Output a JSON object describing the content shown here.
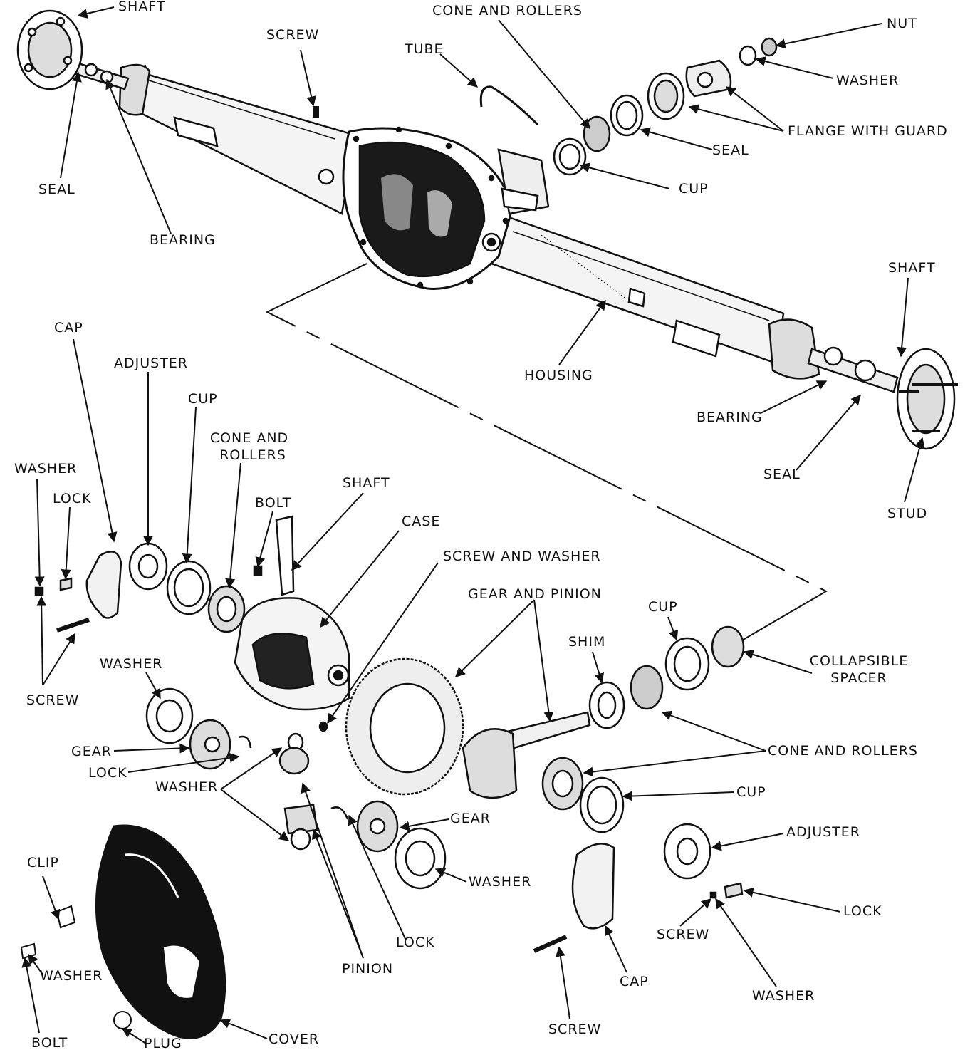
{
  "labels": {
    "shaft_left": "SHAFT",
    "screw_top": "SCREW",
    "tube": "TUBE",
    "cone_rollers_top": "CONE AND ROLLERS",
    "nut": "NUT",
    "washer_top": "WASHER",
    "flange_guard": "FLANGE WITH GUARD",
    "seal_top_right": "SEAL",
    "cup_top": "CUP",
    "seal_left": "SEAL",
    "bearing_left": "BEARING",
    "shaft_right": "SHAFT",
    "housing": "HOUSING",
    "bearing_right": "BEARING",
    "seal_right": "SEAL",
    "stud": "STUD",
    "cap_left": "CAP",
    "adjuster_left": "ADJUSTER",
    "cup_left": "CUP",
    "cone_rollers_left_1": "CONE AND",
    "cone_rollers_left_2": "ROLLERS",
    "washer_far_left": "WASHER",
    "lock_left": "LOCK",
    "bolt_mid": "BOLT",
    "shaft_mid": "SHAFT",
    "case": "CASE",
    "screw_washer": "SCREW AND WASHER",
    "gear_pinion": "GEAR AND PINION",
    "cup_right_mid": "CUP",
    "shim": "SHIM",
    "collapsible_1": "COLLAPSIBLE",
    "collapsible_2": "SPACER",
    "screw_left": "SCREW",
    "washer_left_mid": "WASHER",
    "gear_left": "GEAR",
    "lock_left_mid": "LOCK",
    "washer_center": "WASHER",
    "cone_rollers_right": "CONE AND ROLLERS",
    "cup_lower_right": "CUP",
    "gear_center": "GEAR",
    "adjuster_right": "ADJUSTER",
    "washer_lower_center": "WASHER",
    "clip": "CLIP",
    "lock_right": "LOCK",
    "screw_lower_right": "SCREW",
    "lock_lower_center": "LOCK",
    "washer_lower_left": "WASHER",
    "pinion": "PINION",
    "cap_lower": "CAP",
    "washer_lower_right": "WASHER",
    "bolt_lower_left": "BOLT",
    "plug": "PLUG",
    "cover": "COVER",
    "screw_bottom": "SCREW"
  }
}
